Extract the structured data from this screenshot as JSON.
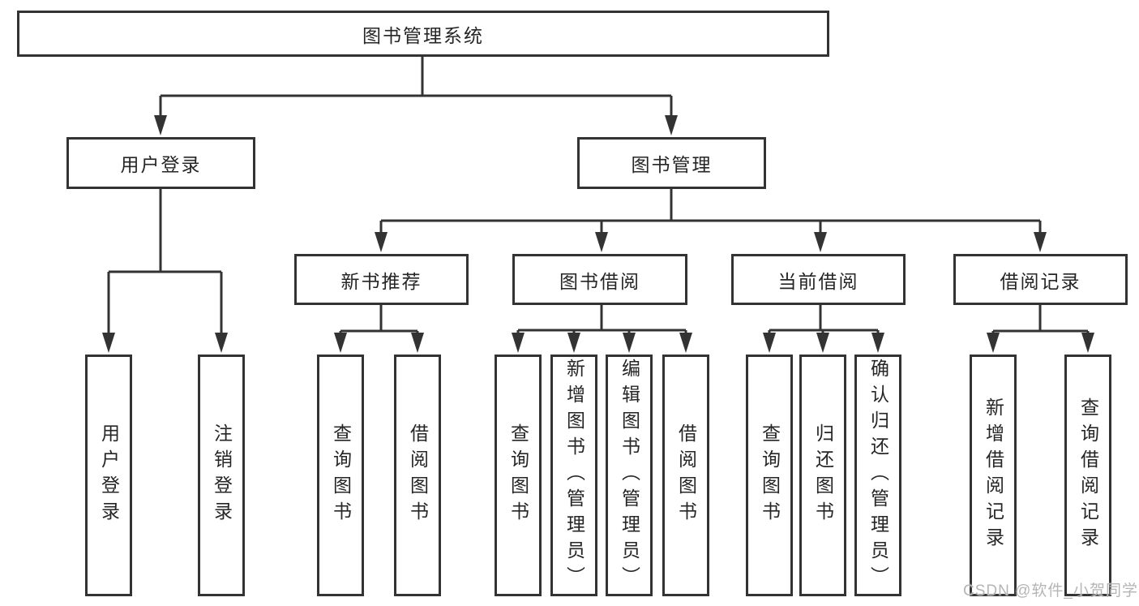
{
  "colors": {
    "line": "#333333",
    "text": "#262626",
    "box_fill": "#ffffff",
    "watermark": "#b5b5b5",
    "background": "#ffffff"
  },
  "watermark": {
    "text": "CSDN @软件_小贺同学"
  },
  "tree": {
    "root": {
      "label": "图书管理系统"
    },
    "branches": [
      {
        "label": "用户登录",
        "children": [
          "用户登录",
          "注销登录"
        ]
      },
      {
        "label": "图书管理",
        "children": [
          {
            "label": "新书推荐",
            "children": [
              "查询图书",
              "借阅图书"
            ]
          },
          {
            "label": "图书借阅",
            "children": [
              "查询图书",
              "新增图书（管理员）",
              "编辑图书（管理员）",
              "借阅图书"
            ]
          },
          {
            "label": "当前借阅",
            "children": [
              "查询图书",
              "归还图书",
              "确认归还（管理员）"
            ]
          },
          {
            "label": "借阅记录",
            "children": [
              "新增借阅记录",
              "查询借阅记录"
            ]
          }
        ]
      }
    ]
  }
}
